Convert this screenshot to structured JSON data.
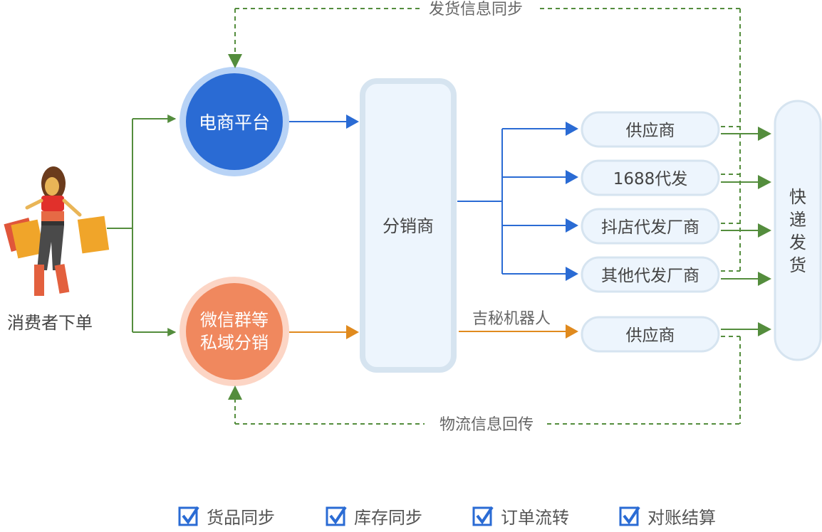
{
  "colors": {
    "blue": "#2a6bd4",
    "blue_ring": "#b8d3f6",
    "orange": "#f0885e",
    "orange_ring": "#fcd5c5",
    "amber": "#e08a1e",
    "green": "#548d3d",
    "box_fill": "#edf5fd",
    "box_border": "#d6e4f0",
    "text": "#444444"
  },
  "consumer": {
    "label": "消费者下单",
    "icon": "shopping-woman-icon"
  },
  "platforms": {
    "ecommerce": "电商平台",
    "private_line1": "微信群等",
    "private_line2": "私域分销"
  },
  "distributor": "分销商",
  "suppliers": [
    {
      "label": "供应商"
    },
    {
      "label": "1688代发"
    },
    {
      "label": "抖店代发厂商"
    },
    {
      "label": "其他代发厂商"
    }
  ],
  "private_supplier": "供应商",
  "robot_label": "吉秘机器人",
  "shipping": [
    "快",
    "递",
    "发",
    "货"
  ],
  "sync_top": "发货信息同步",
  "sync_bottom": "物流信息回传",
  "legend": [
    {
      "label": "货品同步",
      "icon": "checkbox-checked-icon"
    },
    {
      "label": "库存同步",
      "icon": "checkbox-checked-icon"
    },
    {
      "label": "订单流转",
      "icon": "checkbox-checked-icon"
    },
    {
      "label": "对账结算",
      "icon": "checkbox-checked-icon"
    }
  ]
}
